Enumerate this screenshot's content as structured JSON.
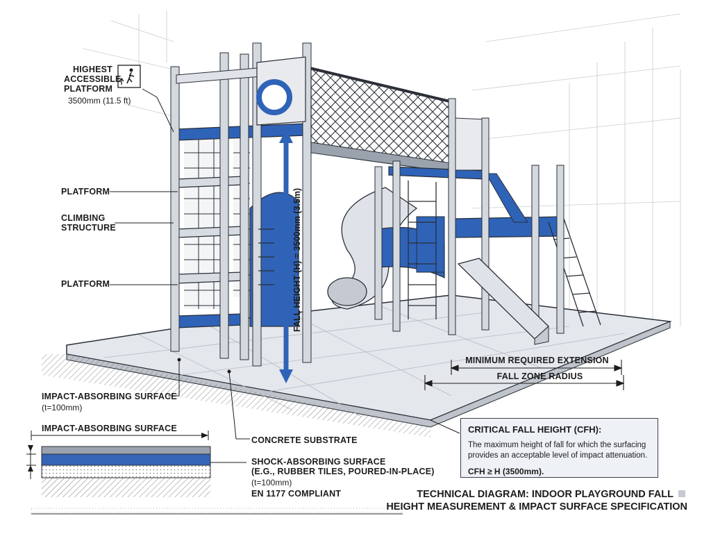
{
  "labels": {
    "highest_platform": [
      "HIGHEST",
      "ACCESSIBLE",
      "PLATFORM"
    ],
    "highest_height": "3500mm (11.5 ft)",
    "platform_upper": "PLATFORM",
    "climbing_structure": [
      "CLIMBING",
      "STRUCTURE"
    ],
    "platform_lower": "PLATFORM",
    "fall_height": "FALL HEIGHT (H) = 3500mm (3.5m)",
    "min_extension": "MINIMUM REQUIRED EXTENSION",
    "fall_zone_radius": "FALL ZONE RADIUS",
    "impact_surface_main": "IMPACT-ABSORBING SURFACE",
    "impact_surface_thickness": "(t=100mm)",
    "impact_surface_section": "IMPACT-ABSORBING SURFACE",
    "concrete_substrate": "CONCRETE SUBSTRATE",
    "shock_surface": [
      "SHOCK-ABSORBING SURFACE",
      "(E.G., RUBBER TILES, POURED-IN-PLACE)"
    ],
    "shock_thickness": "(t=100mm)",
    "en_compliant": "EN 1177 COMPLIANT"
  },
  "cfh": {
    "title": "CRITICAL FALL HEIGHT (CFH):",
    "description": "The maximum height of fall for which the surfacing provides an acceptable level of impact attenuation.",
    "formula": "CFH ≥ H (3500mm)."
  },
  "footer": {
    "line1": "TECHNICAL DIAGRAM: INDOOR PLAYGROUND FALL",
    "line2": "HEIGHT MEASUREMENT & IMPACT SURFACE SPECIFICATION"
  },
  "colors": {
    "accent_blue": "#2f63b8",
    "structure_gray": "#c9ced6",
    "outline": "#2a2e36",
    "floor": "#e6e8ec",
    "rubber": "#3566b5"
  },
  "icons": [
    "person-climbing-icon"
  ]
}
